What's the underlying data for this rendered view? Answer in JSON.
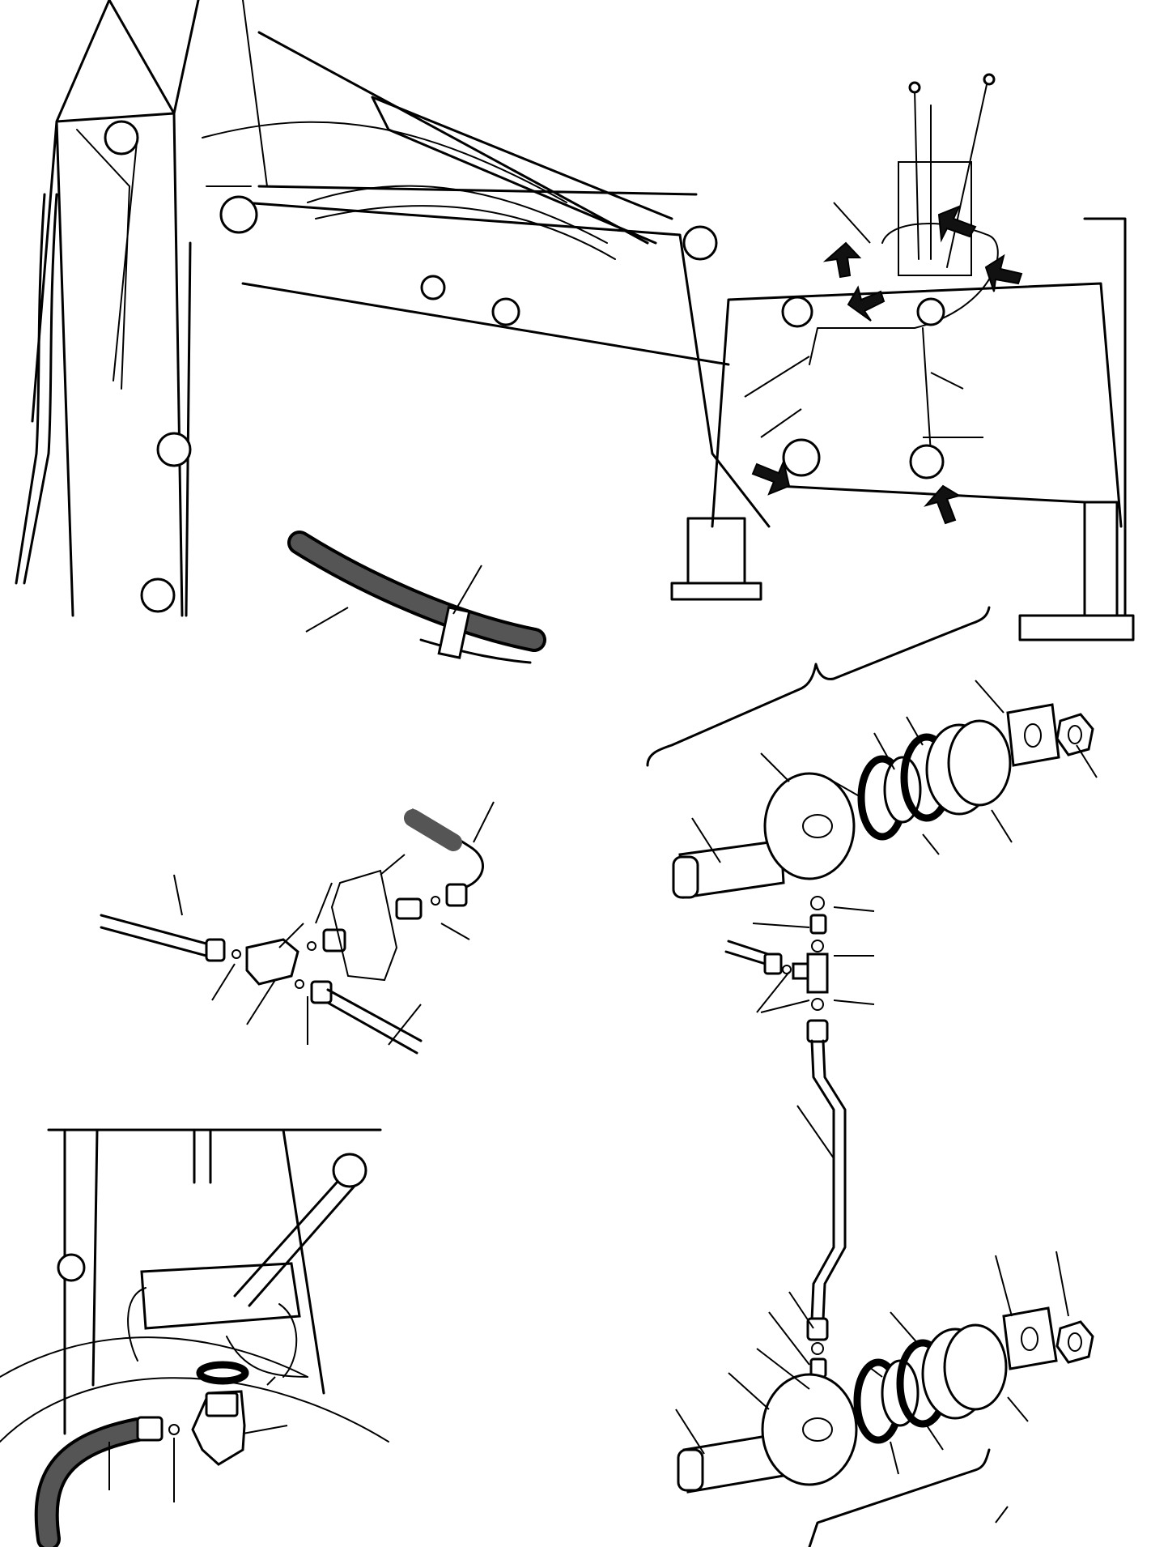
{
  "figure": {
    "view_overall": "backhoe-boom-and-swing-frame",
    "view_hose_clamp": "hose-bundle-with-clamp",
    "view_tee_fitting": "tee-fitting-exploded",
    "view_valve_elbow": "control-valve-elbow-fitting",
    "view_pivot_pin": "pivot-pin-and-bushing-exploded",
    "arrow_count": 6
  }
}
